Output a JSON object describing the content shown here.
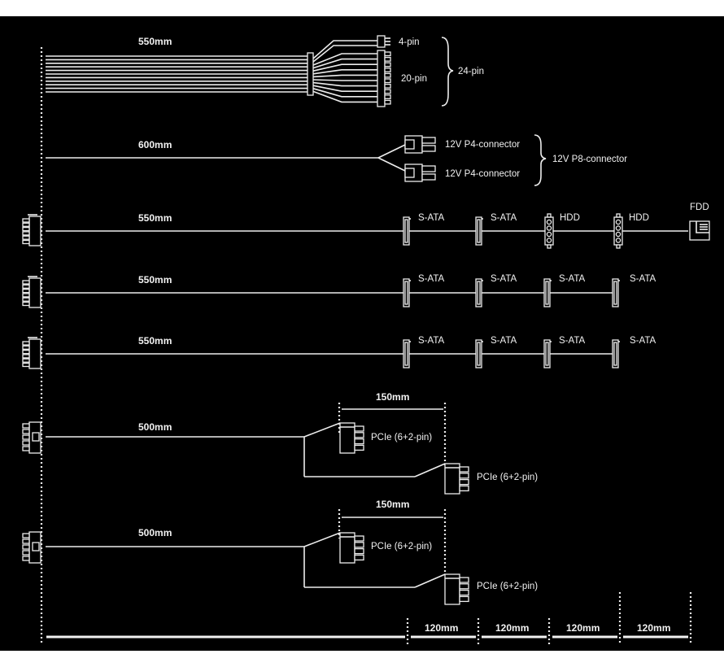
{
  "diagram": {
    "background": "#000000",
    "line_color": "#ededed",
    "cables": [
      {
        "id": "atx-24pin",
        "length_label": "550mm",
        "connectors": [
          {
            "type": "4-pin",
            "label": "4-pin"
          },
          {
            "type": "20-pin",
            "label": "20-pin"
          }
        ],
        "group_label": "24-pin"
      },
      {
        "id": "cpu-eps",
        "length_label": "600mm",
        "connectors": [
          {
            "type": "p4",
            "label": "12V P4-connector"
          },
          {
            "type": "p4",
            "label": "12V P4-connector"
          }
        ],
        "group_label": "12V P8-connector"
      },
      {
        "id": "peripheral-1",
        "length_label": "550mm",
        "connectors": [
          {
            "type": "sata",
            "label": "S-ATA"
          },
          {
            "type": "sata",
            "label": "S-ATA"
          },
          {
            "type": "molex",
            "label": "HDD"
          },
          {
            "type": "molex",
            "label": "HDD"
          },
          {
            "type": "fdd",
            "label": "FDD"
          }
        ]
      },
      {
        "id": "sata-2",
        "length_label": "550mm",
        "connectors": [
          {
            "type": "sata",
            "label": "S-ATA"
          },
          {
            "type": "sata",
            "label": "S-ATA"
          },
          {
            "type": "sata",
            "label": "S-ATA"
          },
          {
            "type": "sata",
            "label": "S-ATA"
          }
        ]
      },
      {
        "id": "sata-3",
        "length_label": "550mm",
        "connectors": [
          {
            "type": "sata",
            "label": "S-ATA"
          },
          {
            "type": "sata",
            "label": "S-ATA"
          },
          {
            "type": "sata",
            "label": "S-ATA"
          },
          {
            "type": "sata",
            "label": "S-ATA"
          }
        ]
      },
      {
        "id": "pcie-1",
        "length_label": "500mm",
        "split_label": "150mm",
        "connectors": [
          {
            "type": "pcie",
            "label": "PCIe (6+2-pin)"
          },
          {
            "type": "pcie",
            "label": "PCIe (6+2-pin)"
          }
        ]
      },
      {
        "id": "pcie-2",
        "length_label": "500mm",
        "split_label": "150mm",
        "connectors": [
          {
            "type": "pcie",
            "label": "PCIe (6+2-pin)"
          },
          {
            "type": "pcie",
            "label": "PCIe (6+2-pin)"
          }
        ]
      }
    ],
    "scale_labels": [
      "120mm",
      "120mm",
      "120mm",
      "120mm"
    ]
  }
}
